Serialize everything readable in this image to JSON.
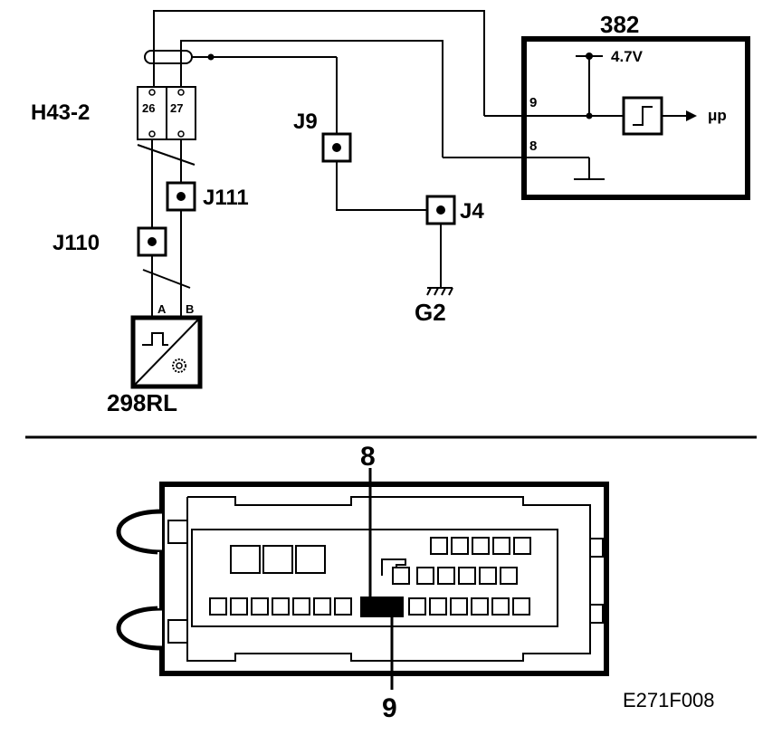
{
  "diagram": {
    "ecu_label": "382",
    "voltage_label": "4.7V",
    "mu_label": "μp",
    "pin_9_label": "9",
    "pin_8_label": "8",
    "connector_label": "H43-2",
    "connector_pin_26": "26",
    "connector_pin_27": "27",
    "j9_label": "J9",
    "j4_label": "J4",
    "j111_label": "J111",
    "j110_label": "J110",
    "ground_label": "G2",
    "sensor_label": "298RL",
    "sensor_pin_a": "A",
    "sensor_pin_b": "B"
  },
  "connector_view": {
    "callout_top": "8",
    "callout_bottom": "9"
  },
  "figure_code": "E271F008"
}
